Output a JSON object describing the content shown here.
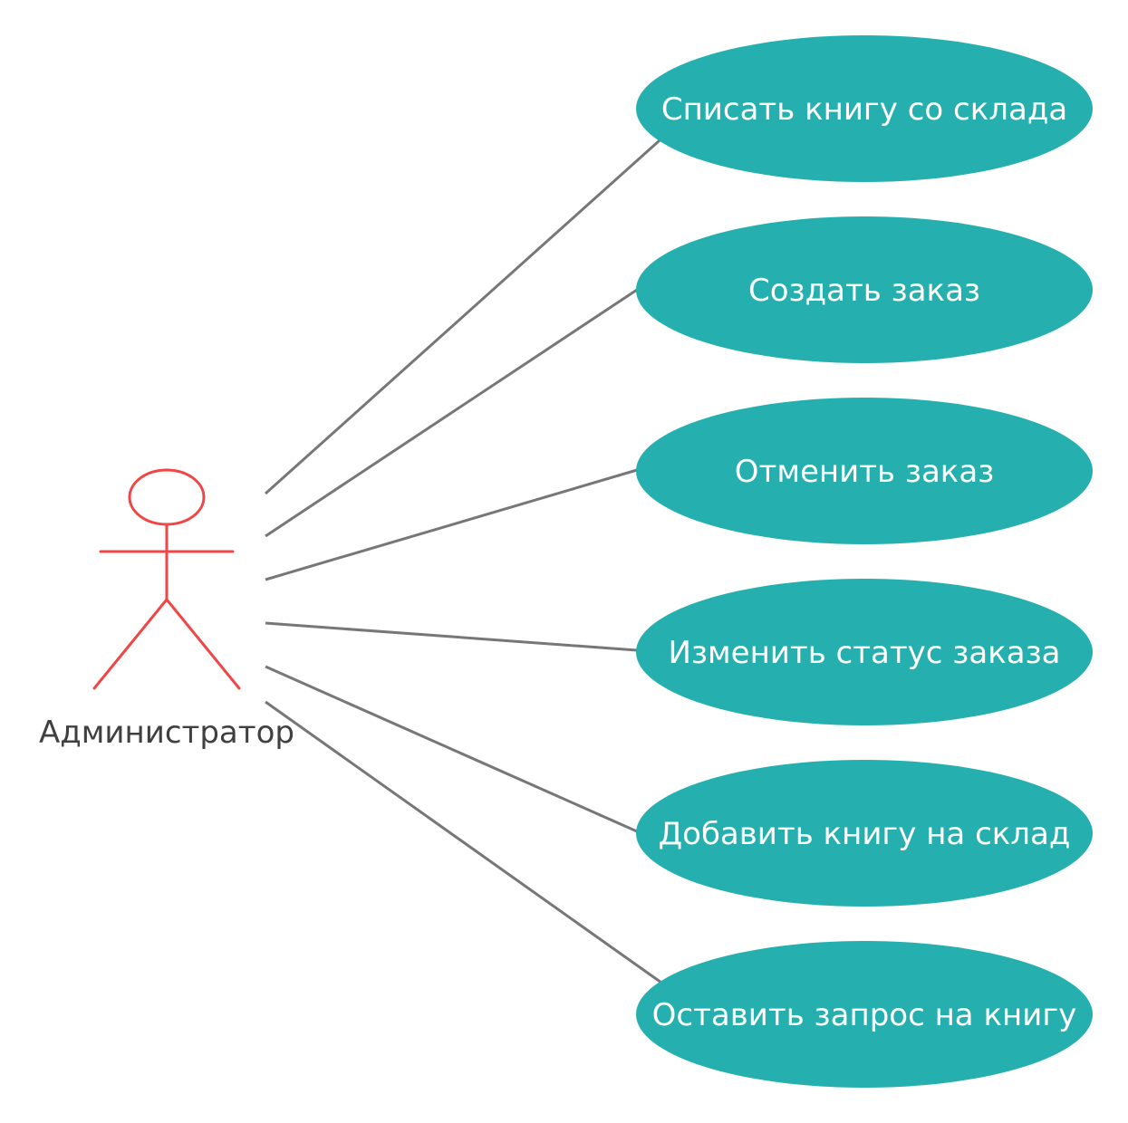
{
  "colors": {
    "usecase_fill": "#25AFAE",
    "usecase_text": "#FFFFFF",
    "actor_stroke": "#F04646",
    "actor_label": "#404040",
    "connector": "#777777",
    "background": "#FFFFFF"
  },
  "actor": {
    "label": "Администратор",
    "icon": "stick-figure-actor-icon"
  },
  "use_cases": [
    {
      "label": "Списать книгу со склада"
    },
    {
      "label": "Создать заказ"
    },
    {
      "label": "Отменить заказ"
    },
    {
      "label": "Изменить статус заказа"
    },
    {
      "label": "Добавить книгу на склад"
    },
    {
      "label": "Оставить запрос на книгу"
    }
  ]
}
